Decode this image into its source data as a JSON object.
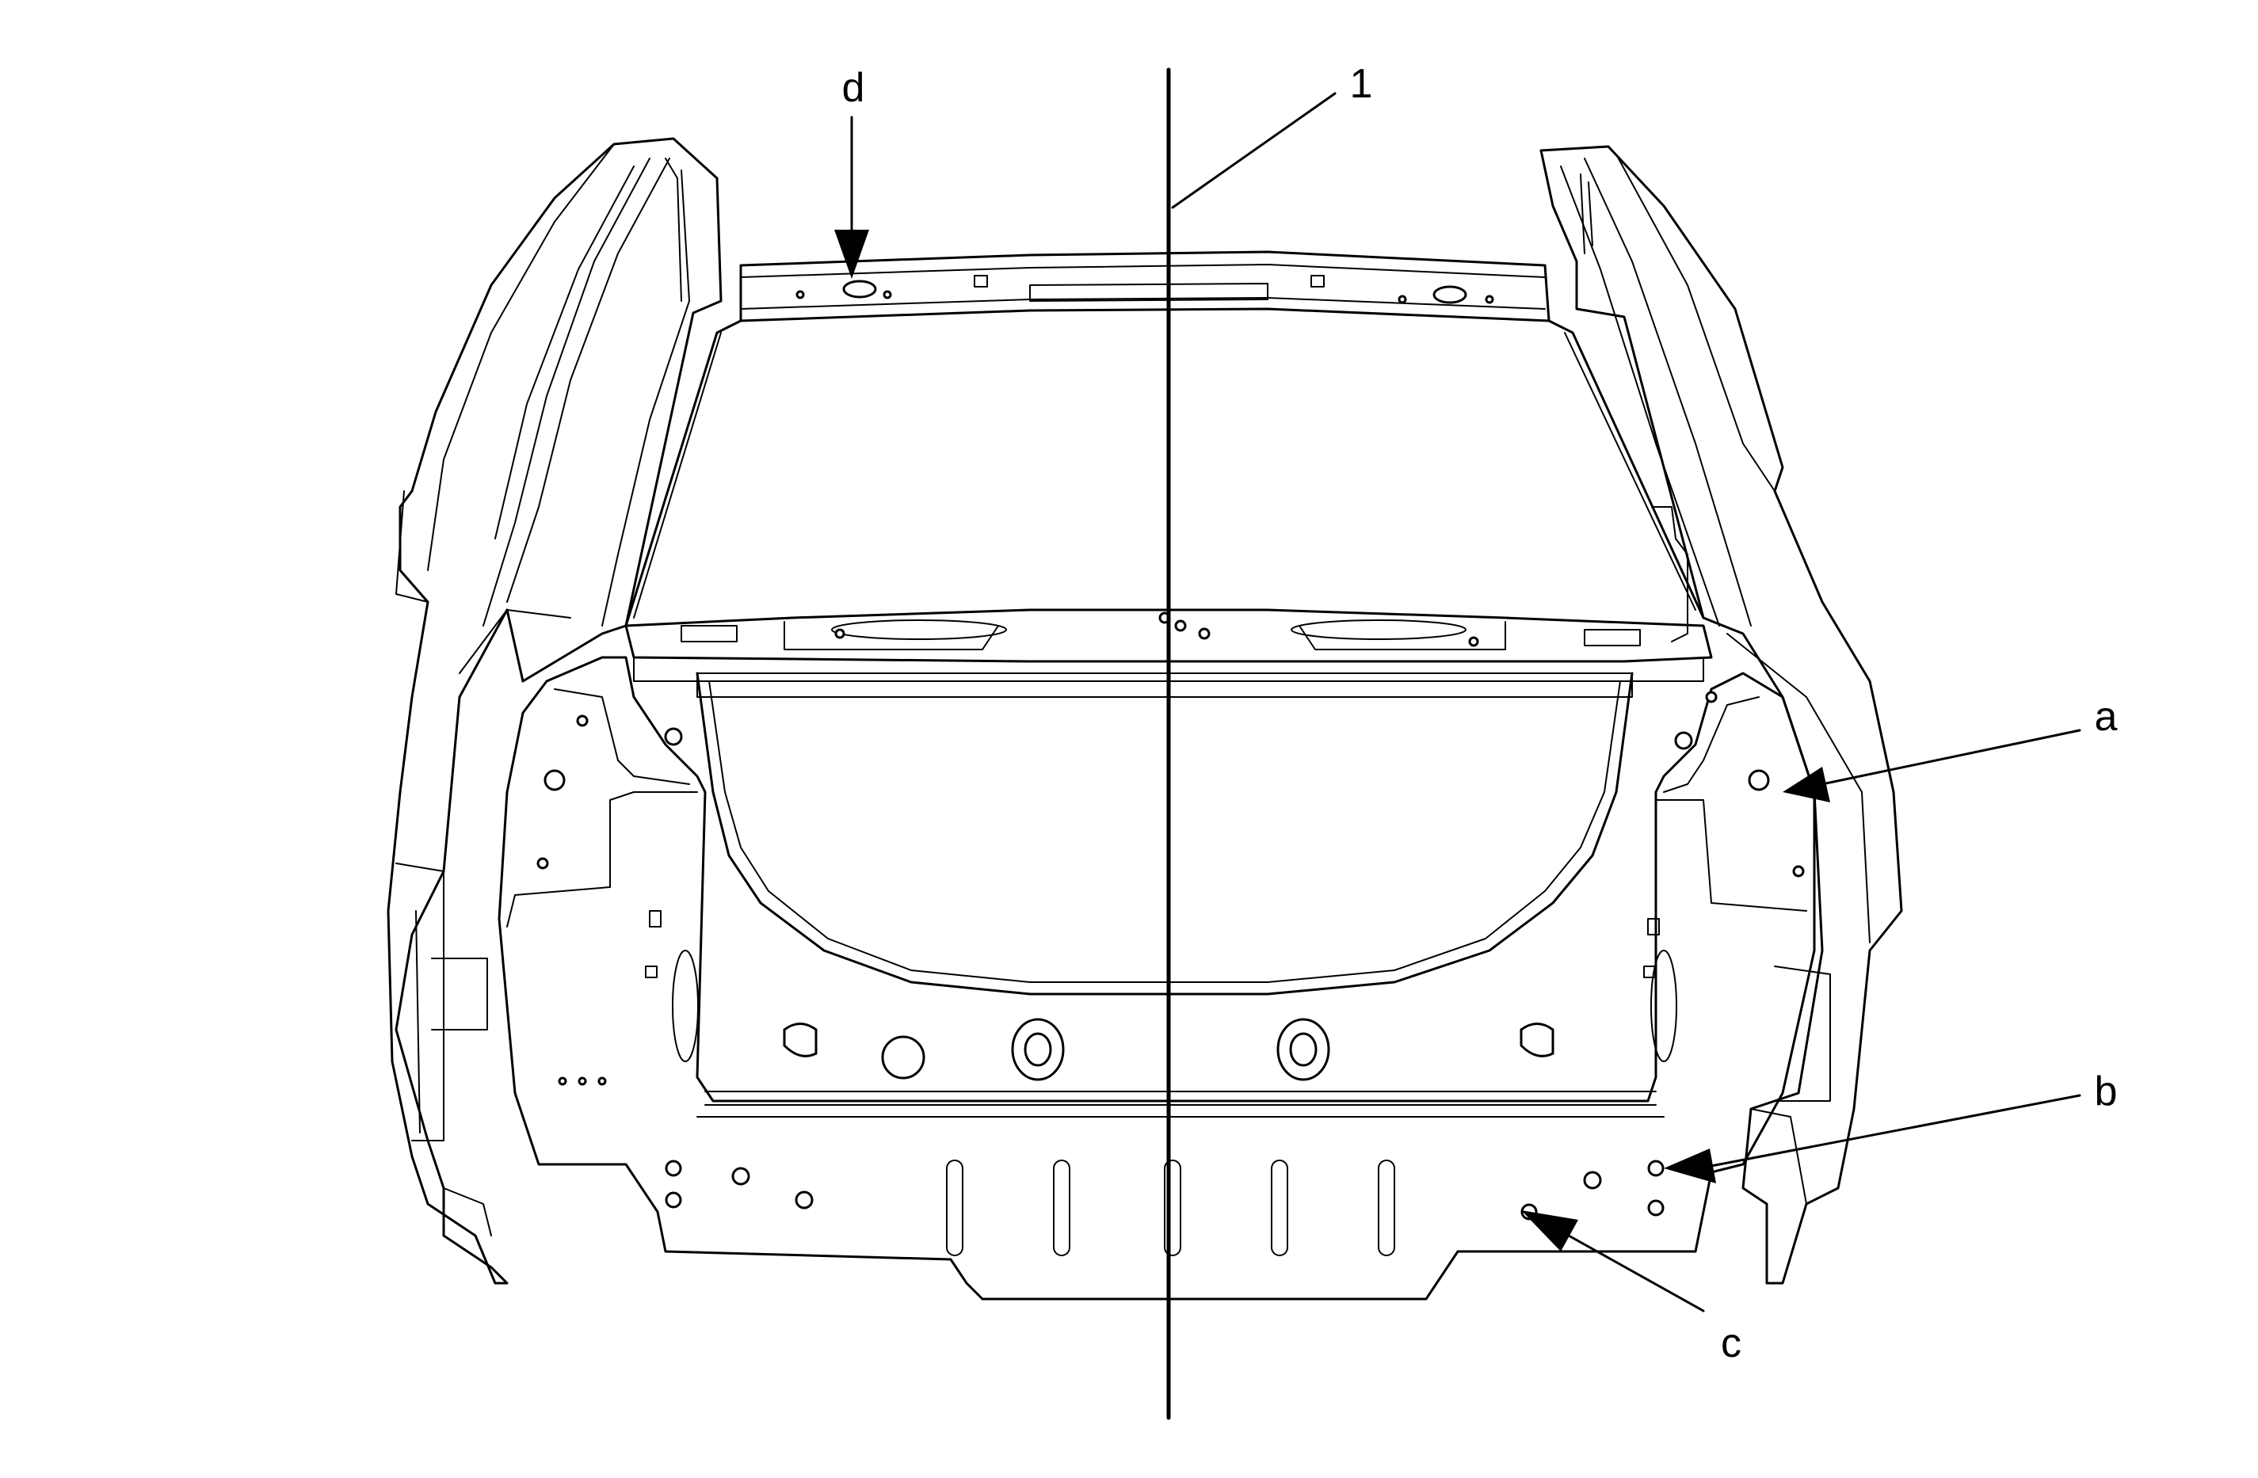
{
  "callouts": {
    "one": "1",
    "a": "a",
    "b": "b",
    "c": "c",
    "d": "d"
  }
}
